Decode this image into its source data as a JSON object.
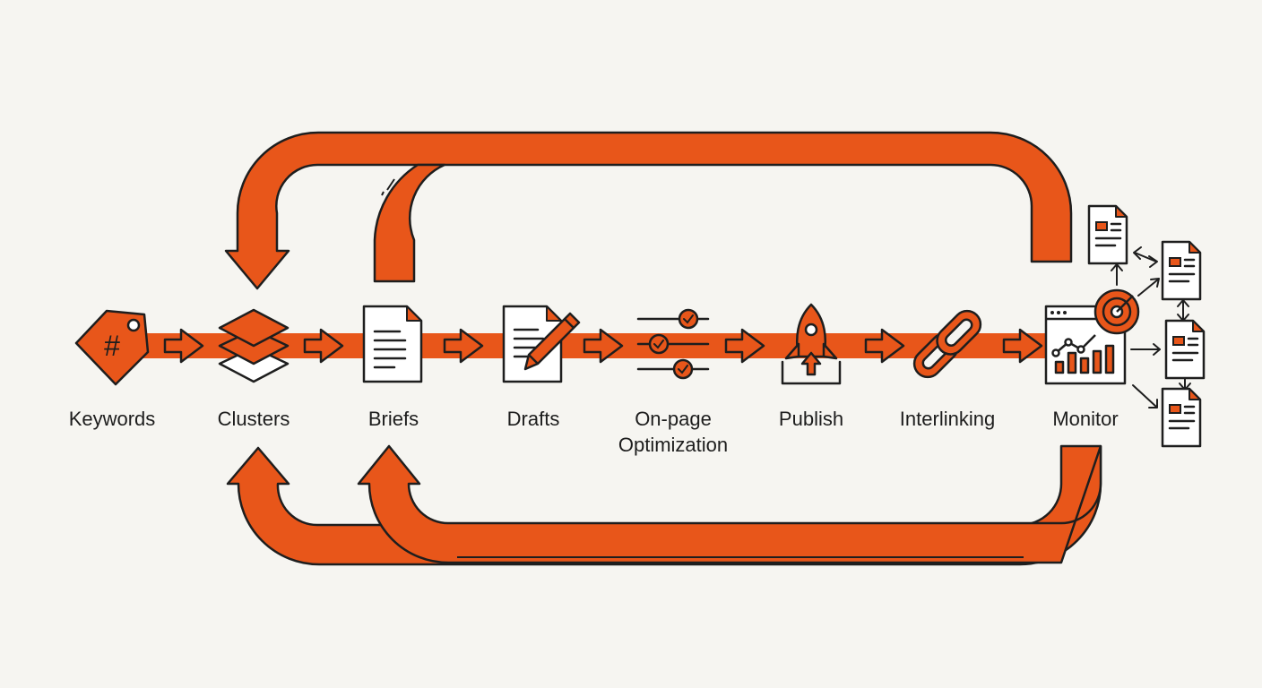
{
  "colors": {
    "accent": "#e8561a",
    "stroke": "#1e1e1e",
    "background": "#f6f5f1",
    "paper": "#ffffff"
  },
  "steps": [
    {
      "id": "keywords",
      "label": "Keywords",
      "icon": "hashtag-tag-icon"
    },
    {
      "id": "clusters",
      "label": "Clusters",
      "icon": "stacked-layers-icon"
    },
    {
      "id": "briefs",
      "label": "Briefs",
      "icon": "document-icon"
    },
    {
      "id": "drafts",
      "label": "Drafts",
      "icon": "document-pencil-icon"
    },
    {
      "id": "on-page",
      "label": "On-page",
      "label2": "Optimization",
      "icon": "checklist-sliders-icon"
    },
    {
      "id": "publish",
      "label": "Publish",
      "icon": "rocket-icon"
    },
    {
      "id": "interlinking",
      "label": "Interlinking",
      "icon": "chain-link-icon"
    },
    {
      "id": "monitor",
      "label": "Monitor",
      "icon": "analytics-dashboard-icon"
    }
  ],
  "feedback_loops": [
    {
      "from": "monitor",
      "to": "clusters",
      "route": "top"
    },
    {
      "from": "briefs",
      "to": "clusters",
      "route": "top"
    },
    {
      "from": "monitor",
      "to": "briefs",
      "route": "bottom"
    },
    {
      "from": "monitor",
      "to": "clusters",
      "route": "bottom"
    }
  ],
  "output_pages": 4
}
